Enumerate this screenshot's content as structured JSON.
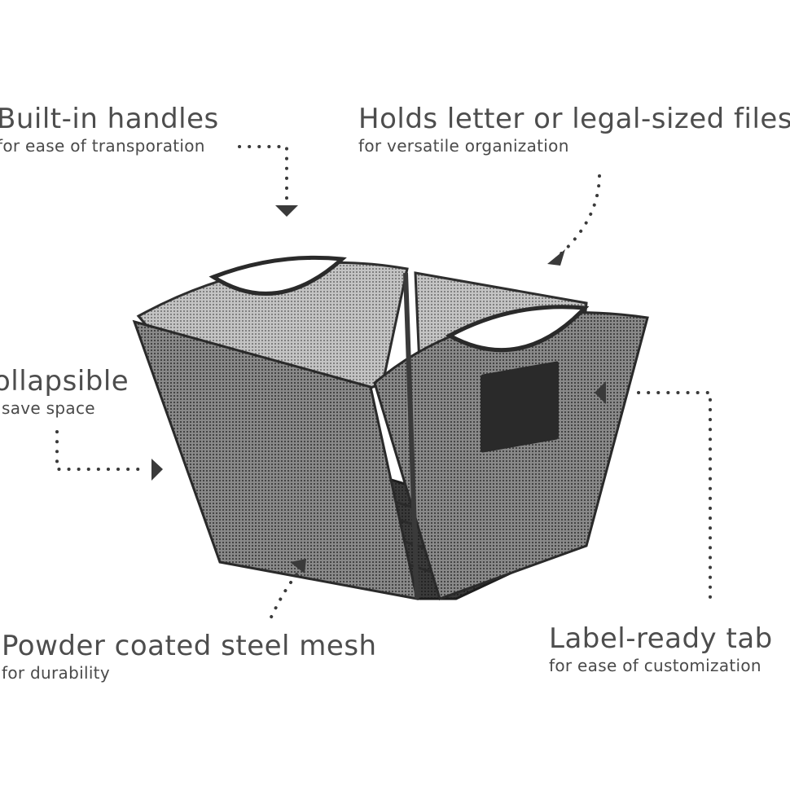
{
  "callouts": {
    "handles": {
      "title": "Built-in handles",
      "subtitle": "for ease of transporation"
    },
    "holds": {
      "title": "Holds letter or legal-sized files",
      "subtitle": "for versatile organization"
    },
    "collapsible": {
      "title": "ollapsible",
      "subtitle": "save space"
    },
    "mesh": {
      "title": "Powder coated steel mesh",
      "subtitle": "for durability"
    },
    "label": {
      "title": "Label-ready tab",
      "subtitle": "for ease of customization"
    }
  },
  "colors": {
    "text": "#4d4d4d",
    "frame": "#2e2e2e",
    "mesh": "#5a5a5a",
    "dots": "#3a3a3a"
  }
}
